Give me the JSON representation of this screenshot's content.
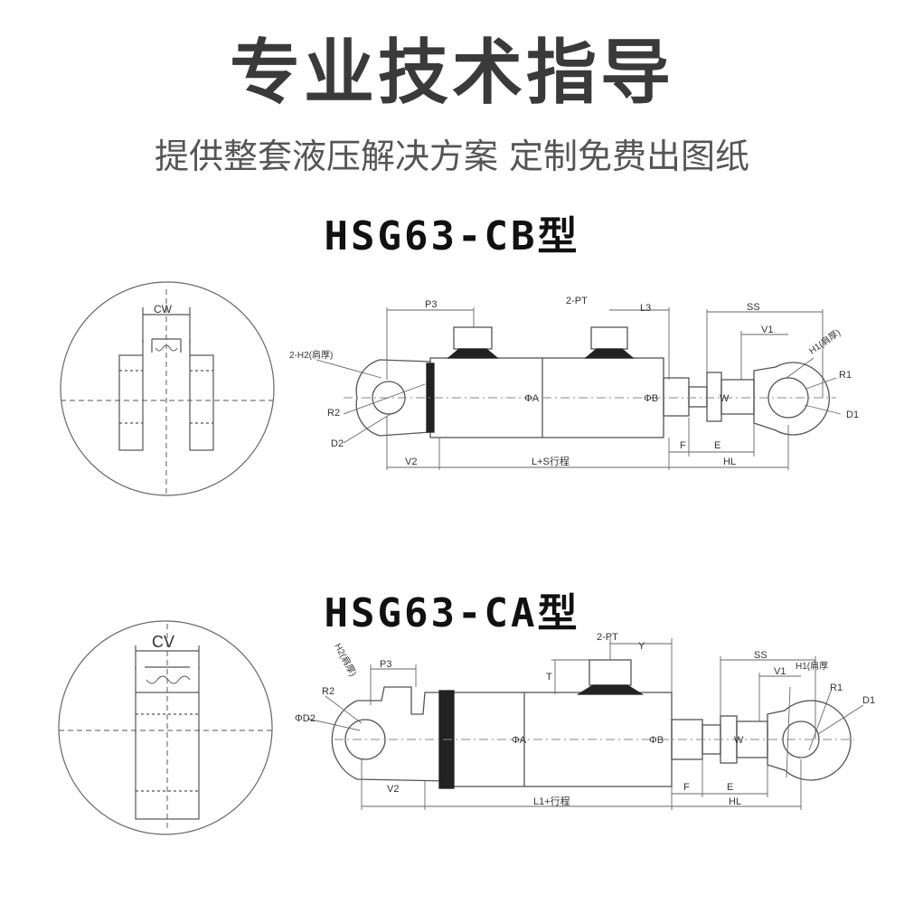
{
  "header": {
    "title": "专业技术指导",
    "subtitle": "提供整套液压解决方案  定制免费出图纸"
  },
  "diagram_cb": {
    "model": "HSG63-CB型",
    "labels": {
      "cw": "CW",
      "p3": "P3",
      "pt": "2-PT",
      "l3": "L3",
      "ss": "SS",
      "v1": "V1",
      "h1": "H1(肩厚)",
      "r1": "R1",
      "h2": "2-H2(肩厚)",
      "r2": "R2",
      "d2": "D2",
      "phia": "ΦA",
      "phib": "ΦB",
      "w": "W",
      "d1": "D1",
      "f": "F",
      "e": "E",
      "v2": "V2",
      "ls": "L+S行程",
      "hl": "HL"
    }
  },
  "diagram_ca": {
    "model": "HSG63-CA型",
    "labels": {
      "cv": "CV",
      "h2": "H2(肩厚)",
      "p3": "P3",
      "pt": "2-PT",
      "y": "Y",
      "t": "T",
      "ss": "SS",
      "h1": "H1(肩厚",
      "v1": "V1",
      "r2": "R2",
      "phid2": "ΦD2",
      "phia": "ΦA",
      "phib": "ΦB",
      "w": "W",
      "r1": "R1",
      "d1": "D1",
      "v2": "V2",
      "l1": "L1+行程",
      "f": "F",
      "e": "E",
      "hl": "HL"
    }
  }
}
